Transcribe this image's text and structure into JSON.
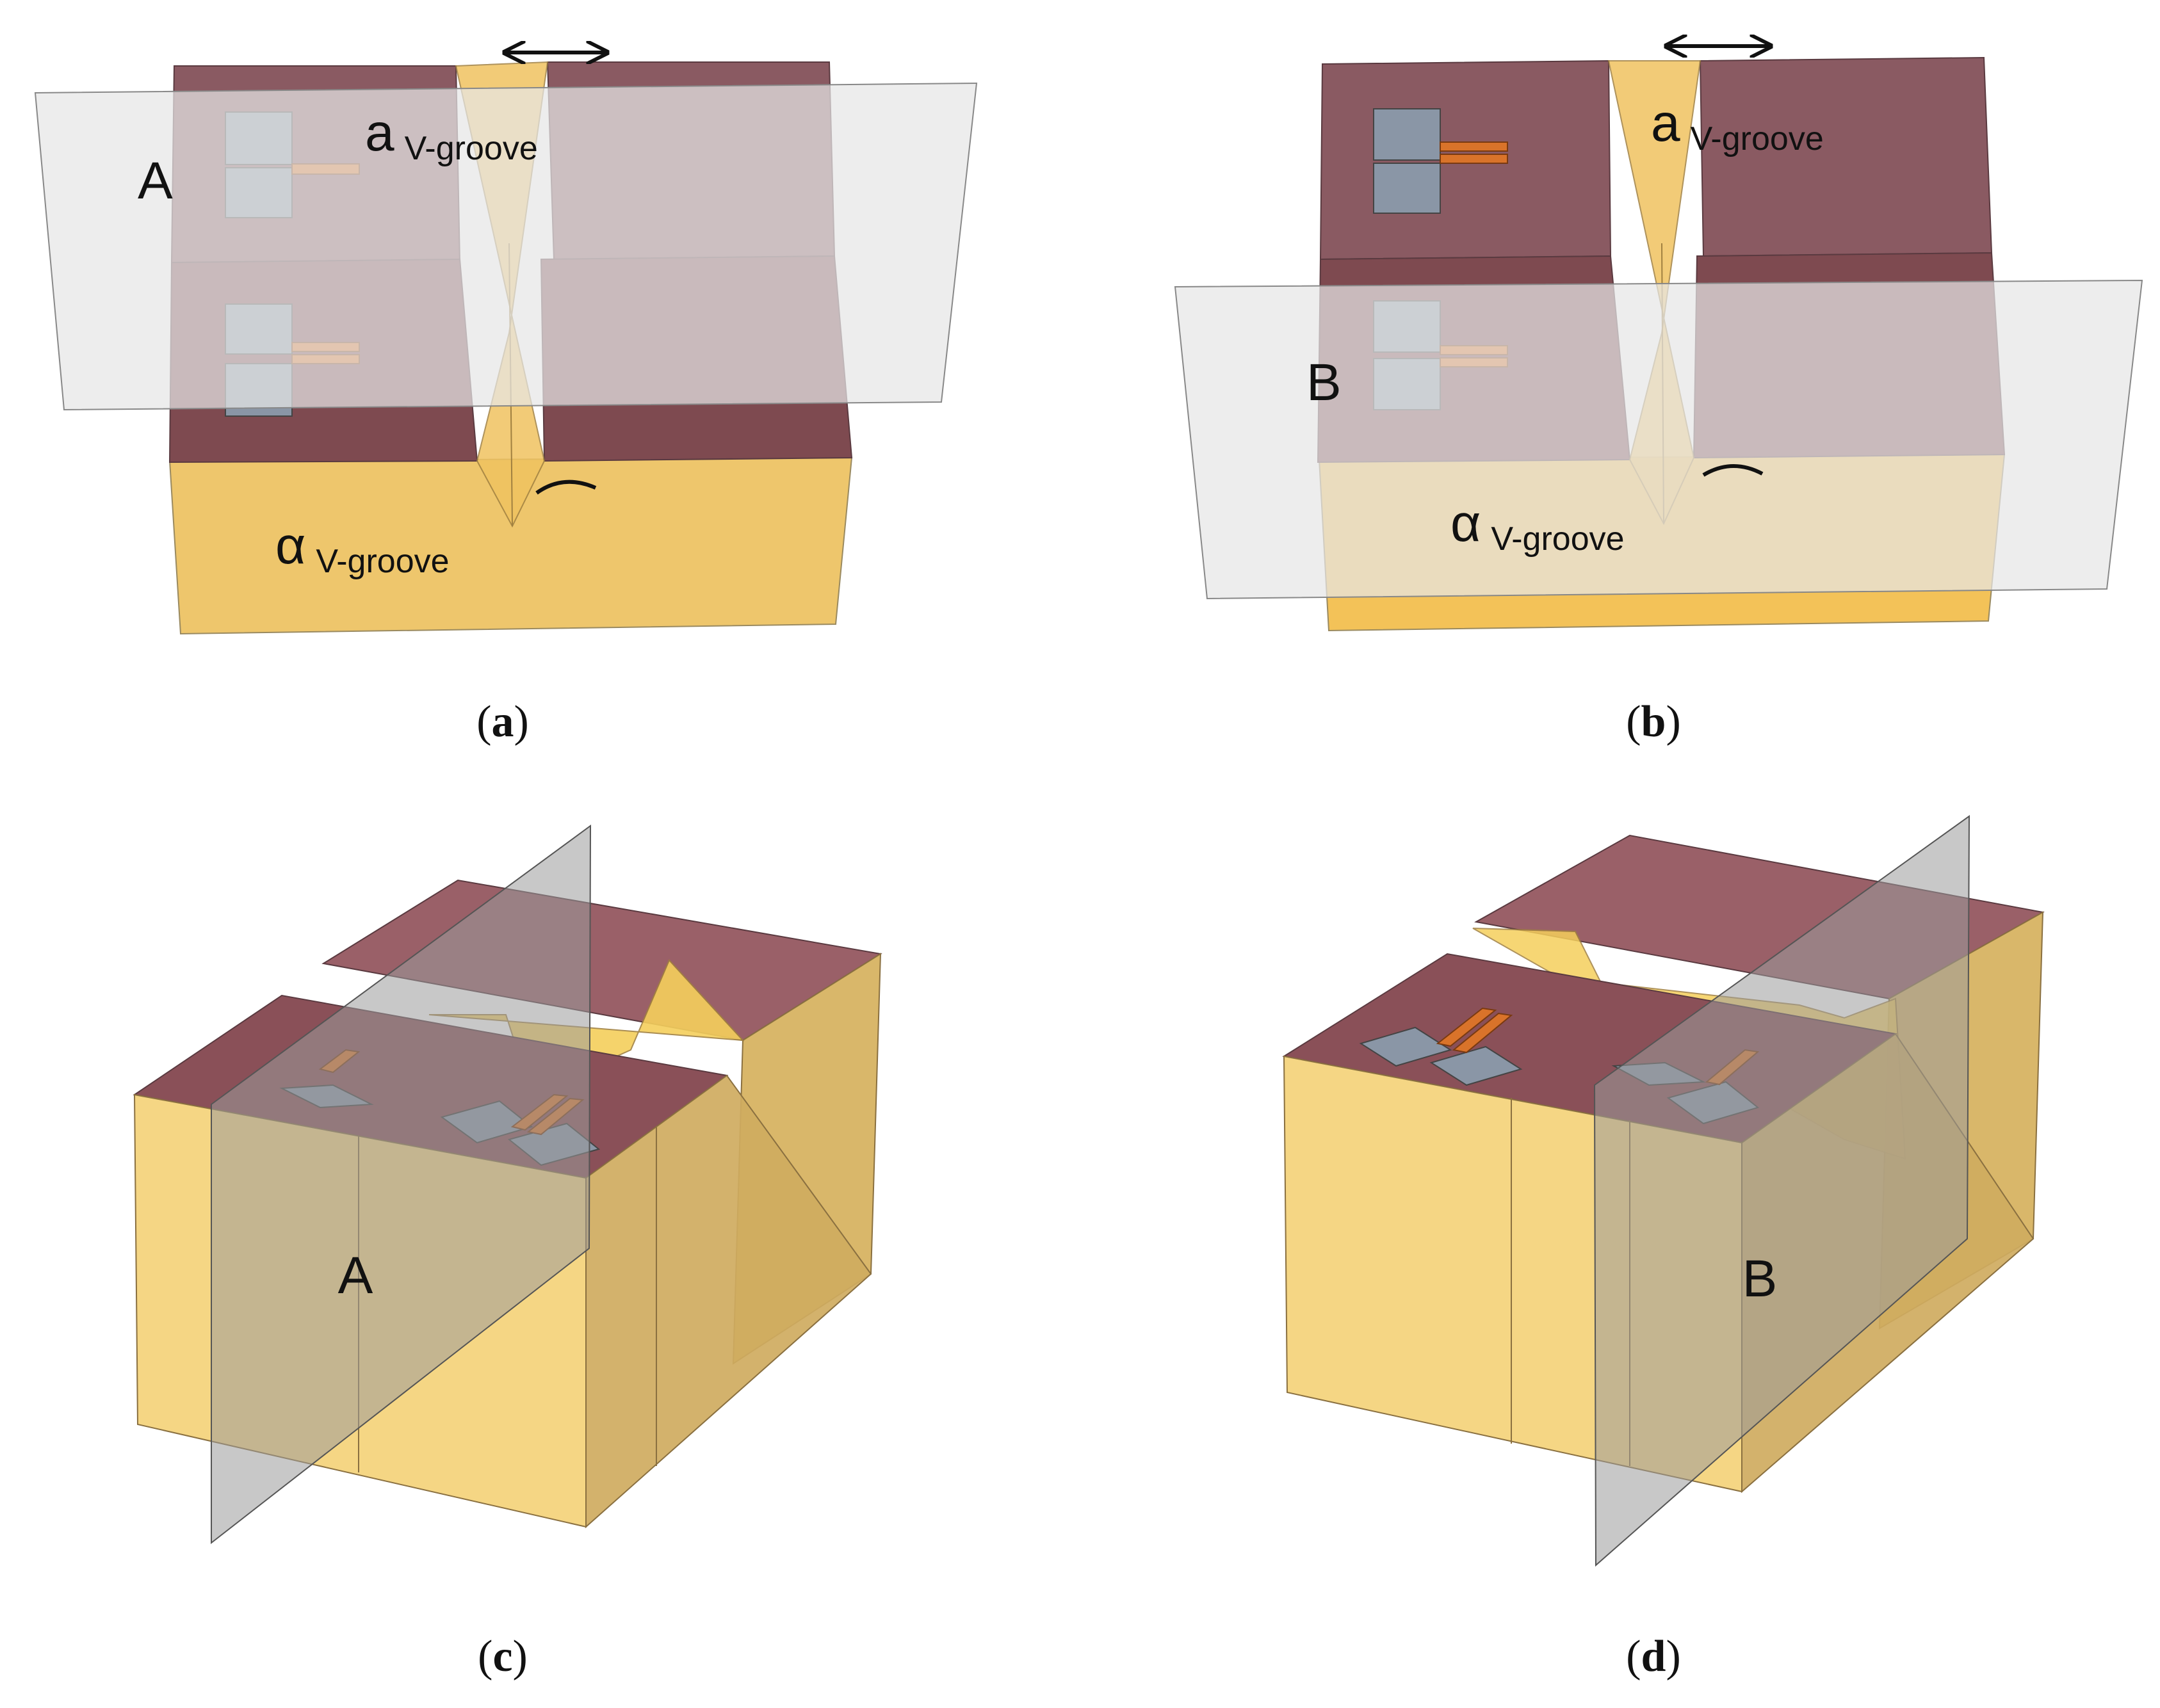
{
  "panels": [
    {
      "caption_prefix": "(",
      "caption_letter": "a",
      "caption_suffix": ")",
      "plane_label": "A",
      "groove_width_symbol": "a",
      "groove_angle_symbol": "α",
      "subscript": "V-groove"
    },
    {
      "caption_prefix": "(",
      "caption_letter": "b",
      "caption_suffix": ")",
      "plane_label": "B",
      "groove_width_symbol": "a",
      "groove_angle_symbol": "α",
      "subscript": "V-groove"
    },
    {
      "caption_prefix": "(",
      "caption_letter": "c",
      "caption_suffix": ")",
      "plane_label": "A"
    },
    {
      "caption_prefix": "(",
      "caption_letter": "d",
      "caption_suffix": ")",
      "plane_label": "B"
    }
  ],
  "colors": {
    "substrate": "#f2c45a",
    "cap_layer": "#7a3b45",
    "pad": "#8a96a6",
    "strip": "#d9732a",
    "section_plane": "#cfcfcf"
  }
}
